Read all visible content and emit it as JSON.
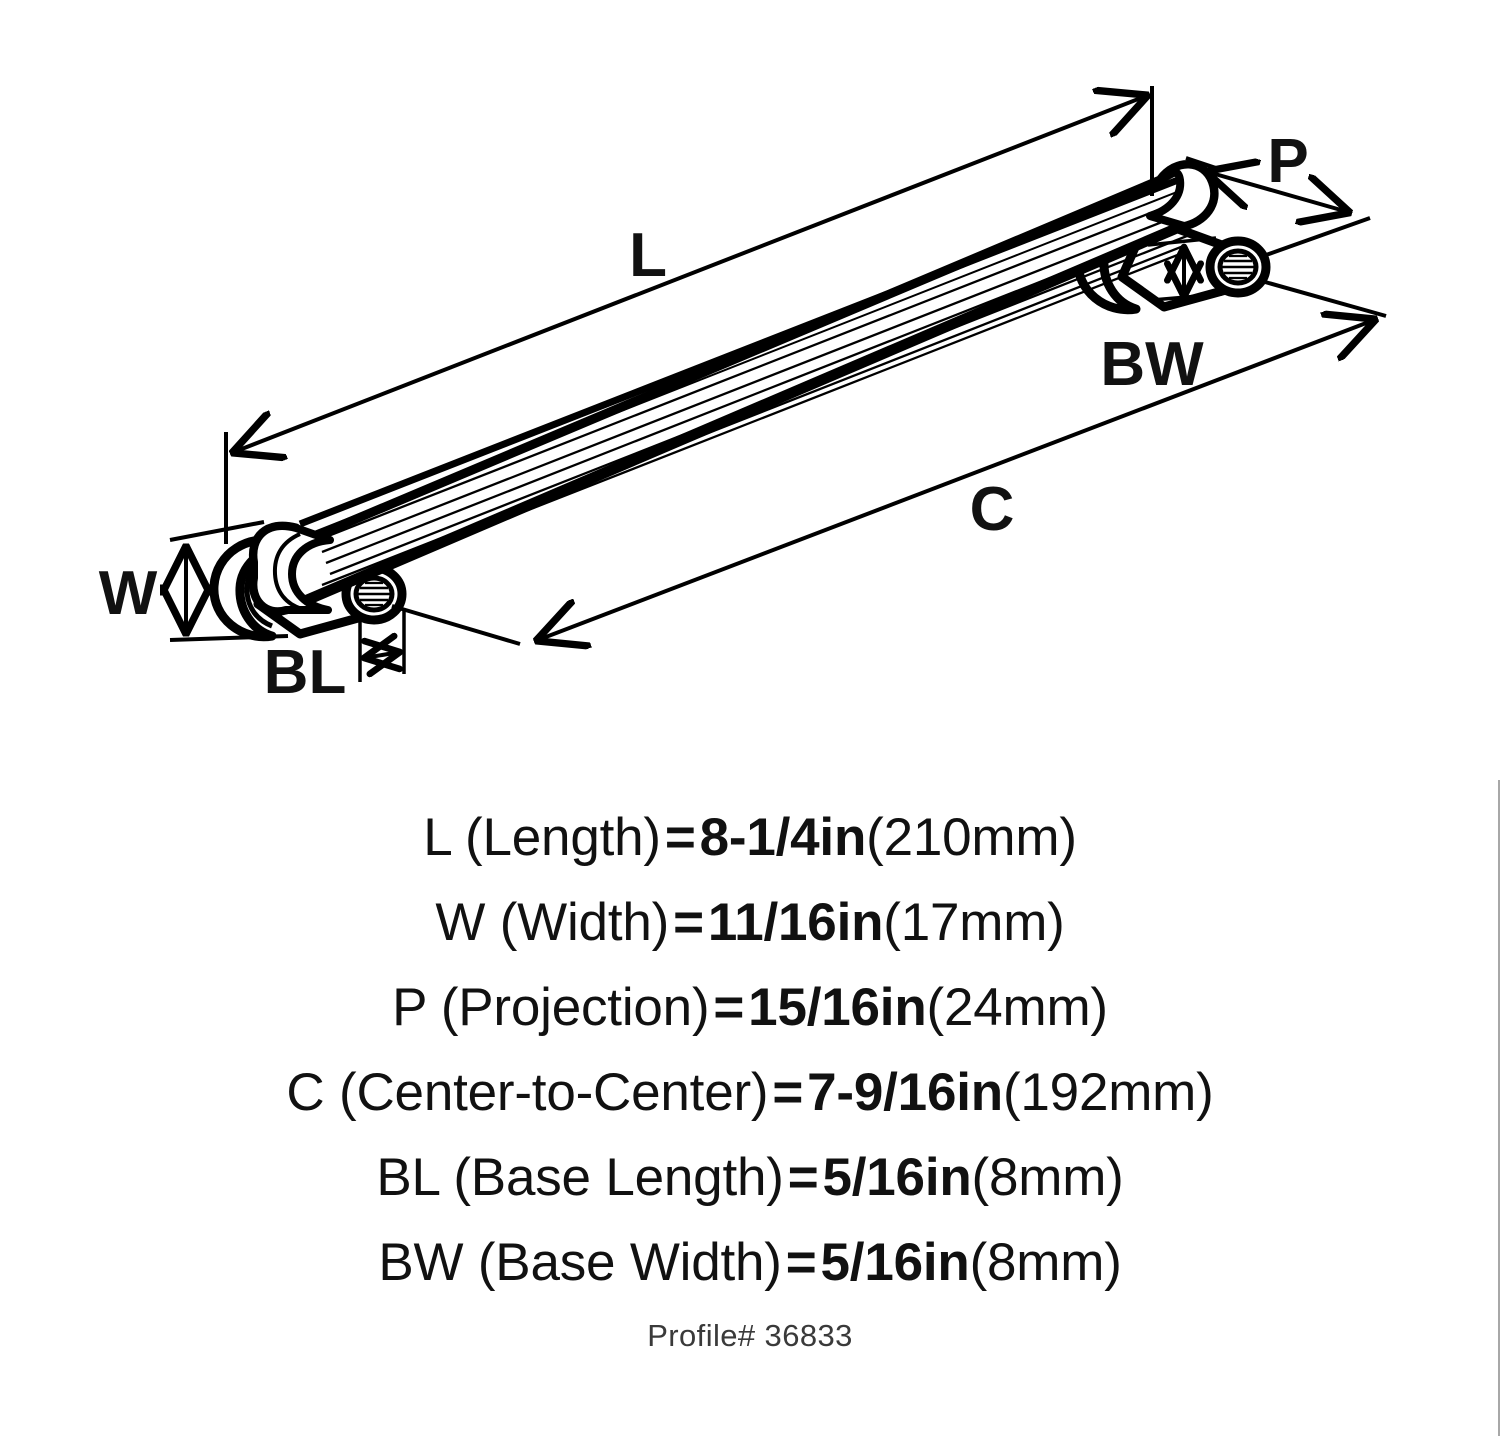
{
  "product": {
    "type": "cabinet-bar-pull-handle",
    "profile_label": "Profile# 36833"
  },
  "diagram": {
    "callouts": [
      {
        "key": "L",
        "label": "L",
        "name": "length-callout"
      },
      {
        "key": "W",
        "label": "W",
        "name": "width-callout"
      },
      {
        "key": "P",
        "label": "P",
        "name": "projection-callout"
      },
      {
        "key": "C",
        "label": "C",
        "name": "center-to-center-callout"
      },
      {
        "key": "BL",
        "label": "BL",
        "name": "base-length-callout"
      },
      {
        "key": "BW",
        "label": "BW",
        "name": "base-width-callout"
      }
    ],
    "line_color": "#000000",
    "background": "#ffffff"
  },
  "specs": [
    {
      "code": "L",
      "name_text": "L (Length)",
      "equals": "=",
      "imperial": "8-1/4in",
      "metric": "(210mm)"
    },
    {
      "code": "W",
      "name_text": "W (Width)",
      "equals": "=",
      "imperial": "11/16in",
      "metric": "(17mm)"
    },
    {
      "code": "P",
      "name_text": "P (Projection)",
      "equals": "=",
      "imperial": "15/16in",
      "metric": "(24mm)"
    },
    {
      "code": "C",
      "name_text": "C (Center-to-Center)",
      "equals": "=",
      "imperial": "7-9/16in",
      "metric": "(192mm)"
    },
    {
      "code": "BL",
      "name_text": "BL (Base Length)",
      "equals": "=",
      "imperial": "5/16in",
      "metric": "(8mm)"
    },
    {
      "code": "BW",
      "name_text": "BW (Base Width)",
      "equals": "=",
      "imperial": "5/16in",
      "metric": "(8mm)"
    }
  ],
  "footer": {
    "profile": "Profile# 36833"
  }
}
